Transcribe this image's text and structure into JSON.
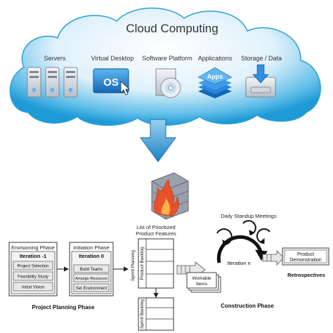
{
  "cloud": {
    "title": "Cloud Computing",
    "items": [
      {
        "label": "Servers",
        "icon": "server-rack-icon"
      },
      {
        "label": "Virtual Desktop",
        "icon": "virtual-desktop-os-icon",
        "badge": "OS"
      },
      {
        "label": "Software Platform",
        "icon": "software-disc-icon"
      },
      {
        "label": "Applications",
        "icon": "apps-stack-icon",
        "badge": "Apps"
      },
      {
        "label": "Storage / Data",
        "icon": "storage-download-icon"
      }
    ]
  },
  "firewall": {
    "icon": "firewall-brick-icon"
  },
  "planning": {
    "envisioning": {
      "title": "Envisioning Phase",
      "iteration": "Iteration -1",
      "steps": [
        "Project Selection",
        "Feasibility Study",
        "Initial Vision"
      ]
    },
    "initiation": {
      "title": "Initiation Phase",
      "iteration": "Iteration 0",
      "steps": [
        "Build Teams",
        "Arrange Resouces",
        "Set Environment"
      ]
    },
    "caption": "Project Planning Phase"
  },
  "backlog": {
    "heading_line1": "List of Prioritized",
    "heading_line2": "Product Features",
    "product_backlog": "Product Backlog",
    "sprint_planning": "Sprint Planning",
    "sprint_backlog": "Sprint Backlog"
  },
  "construction": {
    "standup": "Daily Standup Meetings",
    "iteration": "Iteration n",
    "workable_line1": "Workable",
    "workable_line2": "Items",
    "demo_line1": "Product",
    "demo_line2": "Demonstration",
    "retrospectives": "Retrospectives",
    "caption": "Construction Phase"
  },
  "colors": {
    "cloud_light": "#eaf6fd",
    "cloud_dark": "#1e9ad6",
    "arrow_blue": "#2a8fd0",
    "firewall_brick": "#8a8f9a",
    "flame": "#e8522a"
  }
}
